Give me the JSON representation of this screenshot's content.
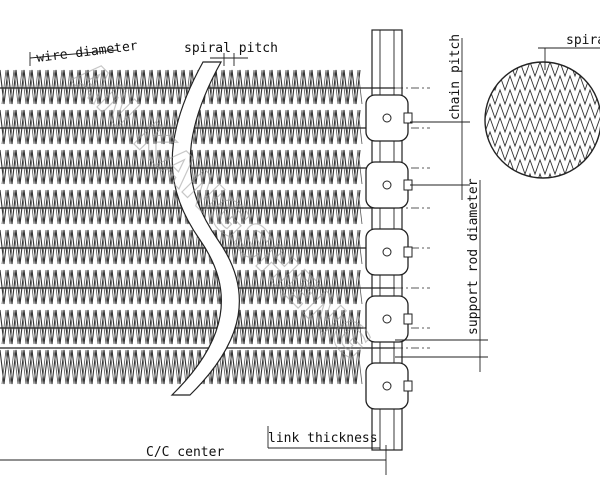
{
  "labels": {
    "wire_diameter": "wire diameter",
    "spiral_pitch": "spiral pitch",
    "chain_pitch": "chain pitch",
    "support_rod_diameter": "support rod diameter",
    "link_thickness": "link thickness",
    "cc_center": "C/C center",
    "spiral_detail": "spira"
  },
  "watermark": "AN KANGSHENG",
  "colors": {
    "line": "#222222",
    "mesh": "#333333",
    "background": "#ffffff",
    "watermark": "#9a9a9a"
  }
}
